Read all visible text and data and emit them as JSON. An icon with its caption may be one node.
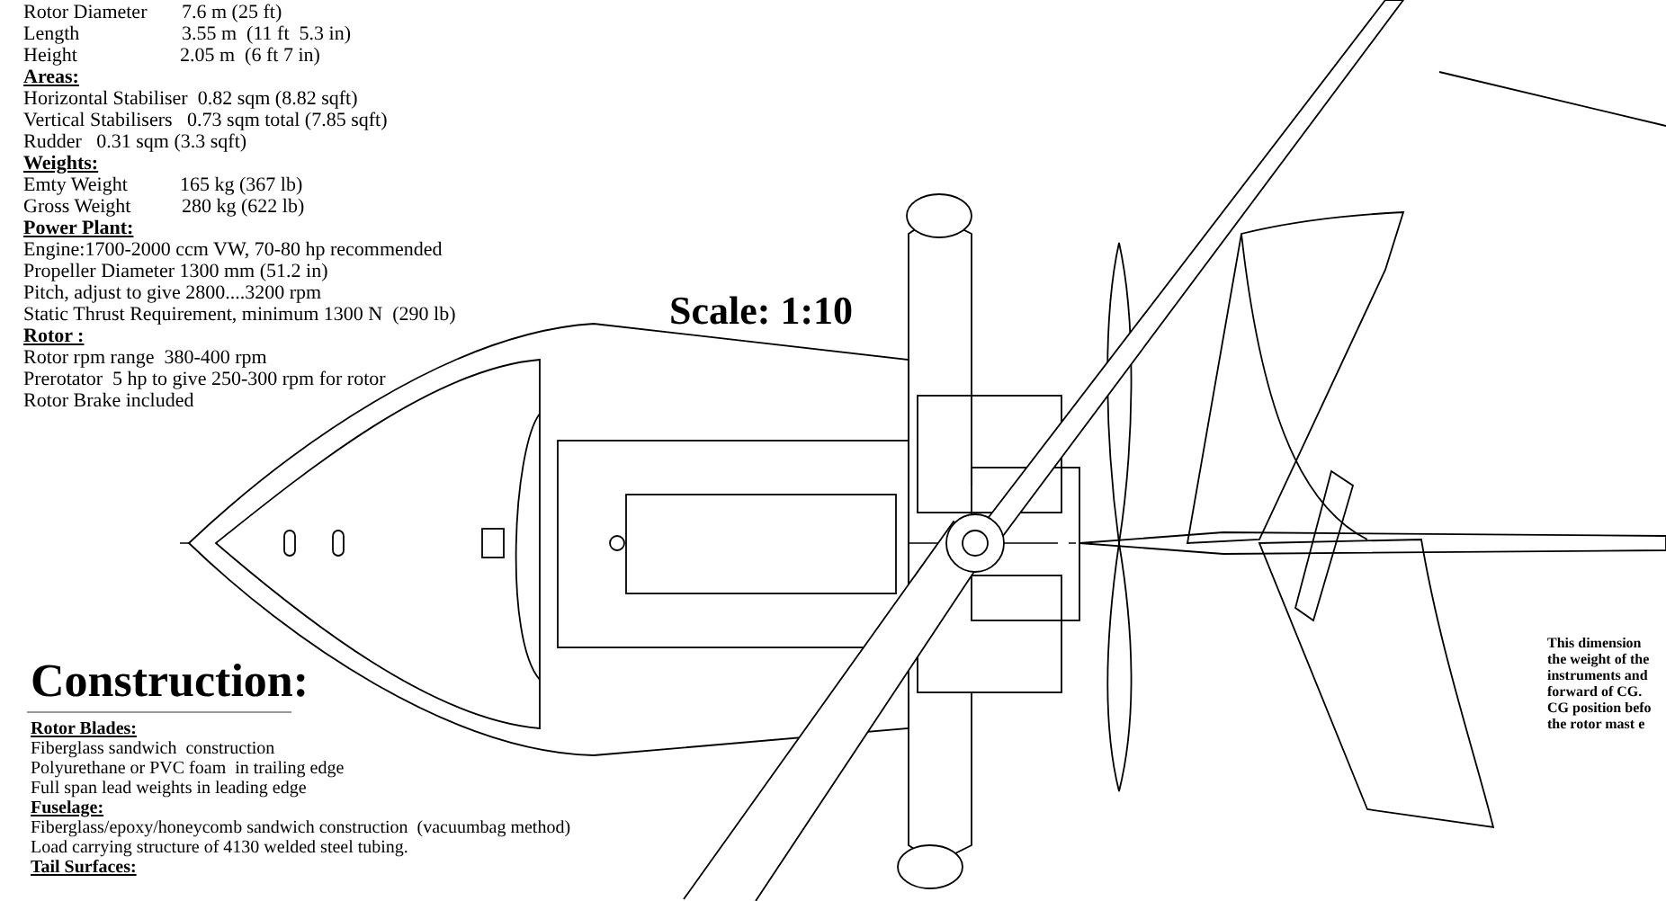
{
  "diagram": {
    "labels": [
      "Rotor Diameter",
      "7.6 m (25 ft)",
      "Length",
      "3.55 m  (11 ft  5.3 in)",
      "Height",
      "2.05 m  (6 ft 7 in)",
      "Areas:",
      "Horizontal Stabiliser  0.82 sqm (8.82 sqft)",
      "Vertical Stabilisers   0.73 sqm total (7.85 sqft)",
      "Rudder   0.31 sqm (3.3 sqft)",
      "Weights:",
      "Emty Weight",
      "165 kg (367 lb)",
      "Gross Weight",
      "280 kg (622 lb)",
      "Power Plant:",
      "Engine:1700-2000 ccm VW, 70-80 hp recommended",
      "Propeller Diameter 1300 mm (51.2 in)",
      "Pitch, adjust to give 2800....3200 rpm",
      "Static Thrust Requirement, minimum 1300 N  (290 lb)",
      "Rotor :",
      "Rotor rpm range  380-400 rpm",
      "Prerotator  5 hp to give 250-300 rpm for rotor",
      "Rotor Brake included",
      "Scale: 1:10",
      "Construction:",
      "Rotor Blades:",
      "Fiberglass sandwich  construction",
      "Polyurethane or PVC foam  in trailing edge",
      "Full span lead weights in leading edge",
      "Fuselage:",
      "Fiberglass/epoxy/honeycomb sandwich construction  (vacuumbag method)",
      "Load carrying structure of 4130 welded steel tubing.",
      "Tail Surfaces:",
      "This dimension",
      "the weight of the",
      "instruments and",
      "forward of CG.",
      "CG position befo",
      "the rotor mast e"
    ]
  }
}
